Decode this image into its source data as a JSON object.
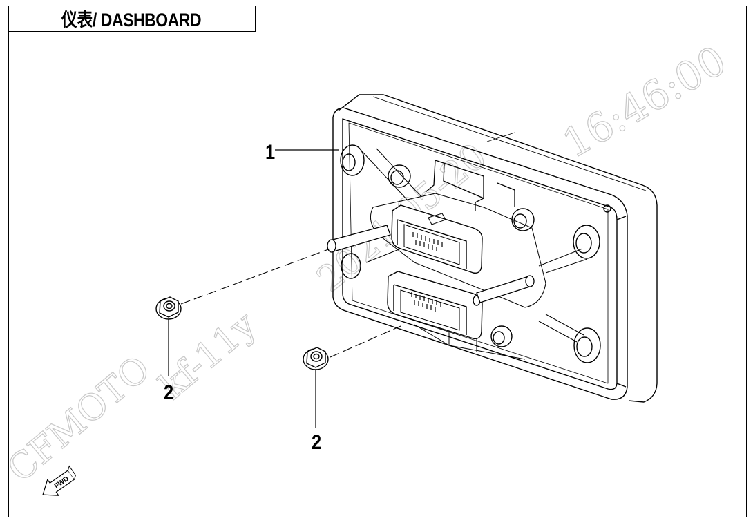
{
  "header": {
    "title": "仪表/ DASHBOARD"
  },
  "callouts": [
    {
      "id": "dashboard",
      "label": "1"
    },
    {
      "id": "nut-left",
      "label": "2"
    },
    {
      "id": "nut-right",
      "label": "2"
    }
  ],
  "watermark": {
    "brand": "CFMOTO",
    "code": "kf-11y",
    "date": "2021-05-20",
    "time": "16:46:00"
  },
  "direction_badge": {
    "label": "FWD"
  },
  "icons": [
    "fwd-arrow-icon",
    "hex-flange-nut-icon"
  ]
}
